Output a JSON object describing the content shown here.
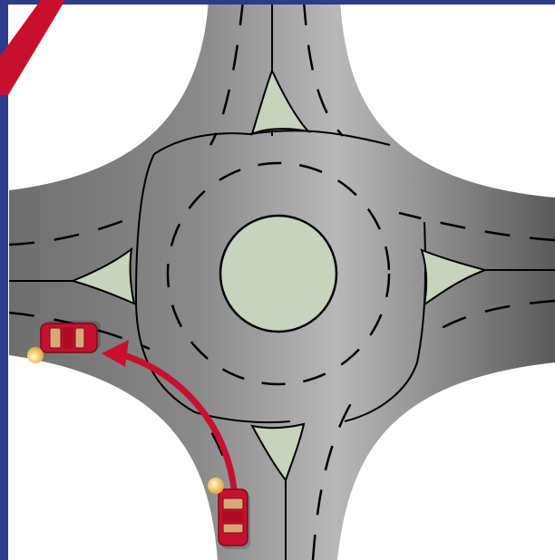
{
  "diagram": {
    "subject": "roundabout",
    "colors": {
      "frame": "#2c3b8c",
      "corner_stripe": "#c8102e",
      "background": "#ffffff",
      "road_dark": "#6e6e6e",
      "road_light": "#bdbdbd",
      "island_fill": "#c7d3bd",
      "outline": "#000000",
      "lane_marking": "#000000",
      "arrow": "#c8102e",
      "car_body": "#c8102e",
      "car_window": "#d9a57a",
      "indicator": "#f2c14e"
    },
    "arms": [
      "north",
      "east",
      "south",
      "west"
    ],
    "splitter_islands": [
      "north",
      "east",
      "south",
      "west"
    ],
    "vehicles": [
      {
        "id": "car-south-entry",
        "heading": "north",
        "indicator": "left"
      },
      {
        "id": "car-west-exit",
        "heading": "west",
        "indicator": "left"
      }
    ],
    "path_arrow": {
      "from": "south-arm",
      "to": "west-arm",
      "turn": "left"
    }
  }
}
